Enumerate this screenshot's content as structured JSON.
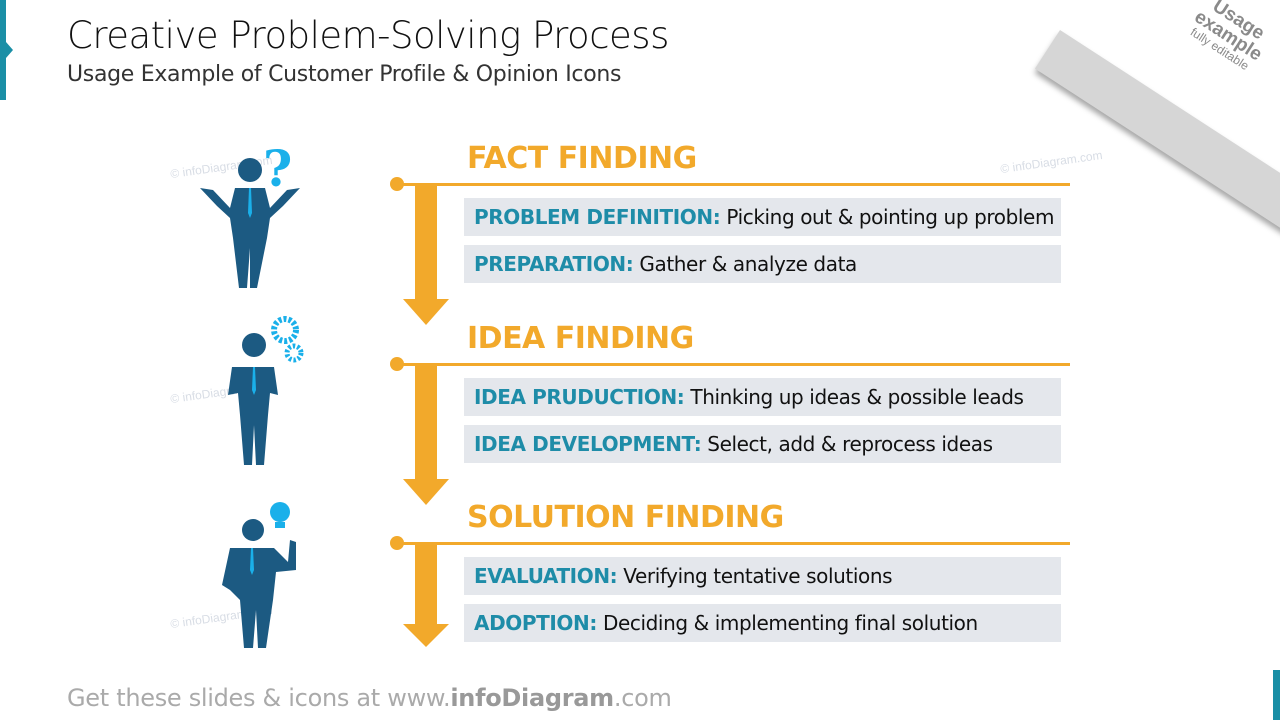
{
  "header": {
    "title": "Creative Problem-Solving Process",
    "subtitle": "Usage Example of Customer Profile & Opinion Icons"
  },
  "ribbon": {
    "line1": "Usage",
    "line2": "example",
    "line3": "fully editable"
  },
  "watermark": "© infoDiagram.com",
  "colors": {
    "accent": "#F2A92B",
    "teal": "#1E8CA8",
    "navy": "#1C5A82",
    "cyan": "#1AB0EA",
    "box": "#E4E7EC"
  },
  "sections": [
    {
      "heading": "FACT FINDING",
      "icon": "confused-businessman-question-icon",
      "items": [
        {
          "label": "PROBLEM DEFINITION:",
          "text": "Picking out & pointing up problem"
        },
        {
          "label": "PREPARATION:",
          "text": "Gather & analyze data"
        }
      ]
    },
    {
      "heading": "IDEA FINDING",
      "icon": "thinking-businessman-gears-icon",
      "items": [
        {
          "label": "IDEA PRUDUCTION:",
          "text": "Thinking up ideas & possible leads"
        },
        {
          "label": "IDEA DEVELOPMENT:",
          "text": "Select, add & reprocess ideas"
        }
      ]
    },
    {
      "heading": "SOLUTION FINDING",
      "icon": "businessman-lightbulb-icon",
      "items": [
        {
          "label": "EVALUATION:",
          "text": "Verifying tentative solutions"
        },
        {
          "label": "ADOPTION:",
          "text": "Deciding & implementing final solution"
        }
      ]
    }
  ],
  "footer": {
    "prefix": "Get these slides & icons at www.",
    "brand": "infoDiagram",
    "suffix": ".com"
  }
}
